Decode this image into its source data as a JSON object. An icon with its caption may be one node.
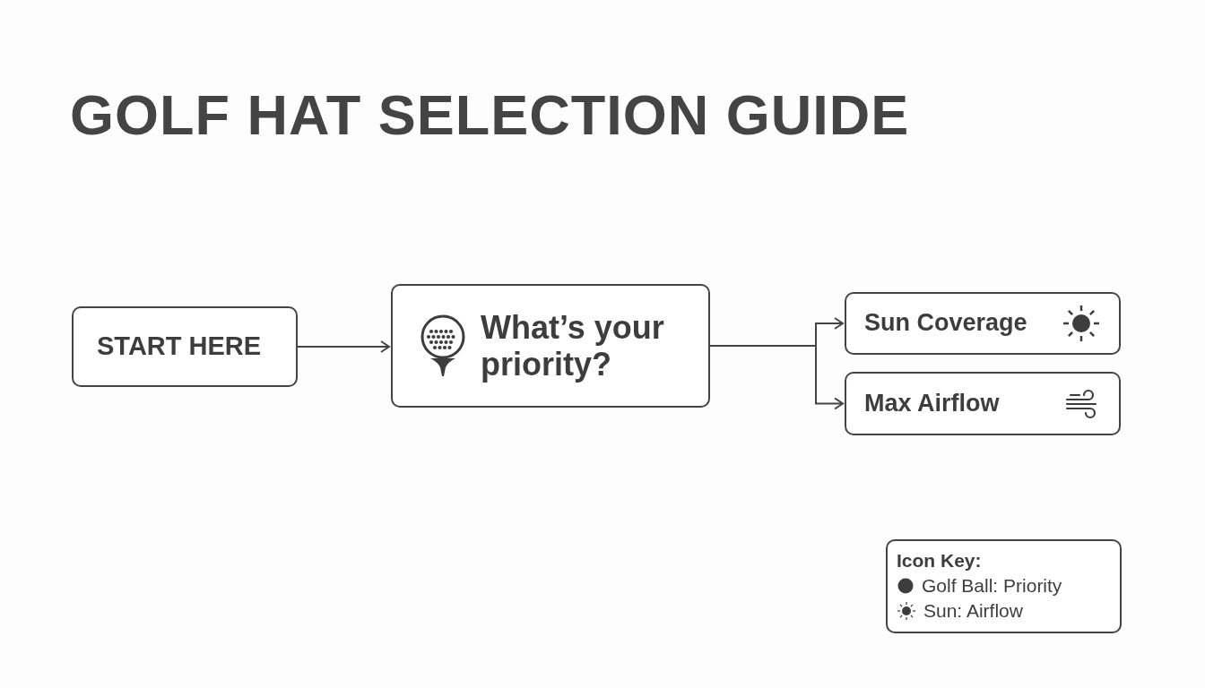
{
  "diagram": {
    "title": "GOLF HAT SELECTION GUIDE",
    "nodes": [
      {
        "text": [
          "START HERE"
        ]
      },
      {
        "text": [
          "What’s your priority?"
        ]
      },
      {
        "text": [
          "Sun Coverage"
        ]
      },
      {
        "text": [
          "Max Airflow"
        ]
      }
    ],
    "edges": [
      {
        "from": 0,
        "to": 1,
        "arrow": "to"
      },
      {
        "from": 1,
        "to": 2,
        "arrow": "to"
      },
      {
        "from": 1,
        "to": 3,
        "arrow": "to"
      }
    ],
    "labels": [
      "Icon Key:"
    ],
    "legend": [
      {
        "text": "Golf Ball: Priority"
      },
      {
        "text": "Sun: Airflow"
      }
    ]
  }
}
